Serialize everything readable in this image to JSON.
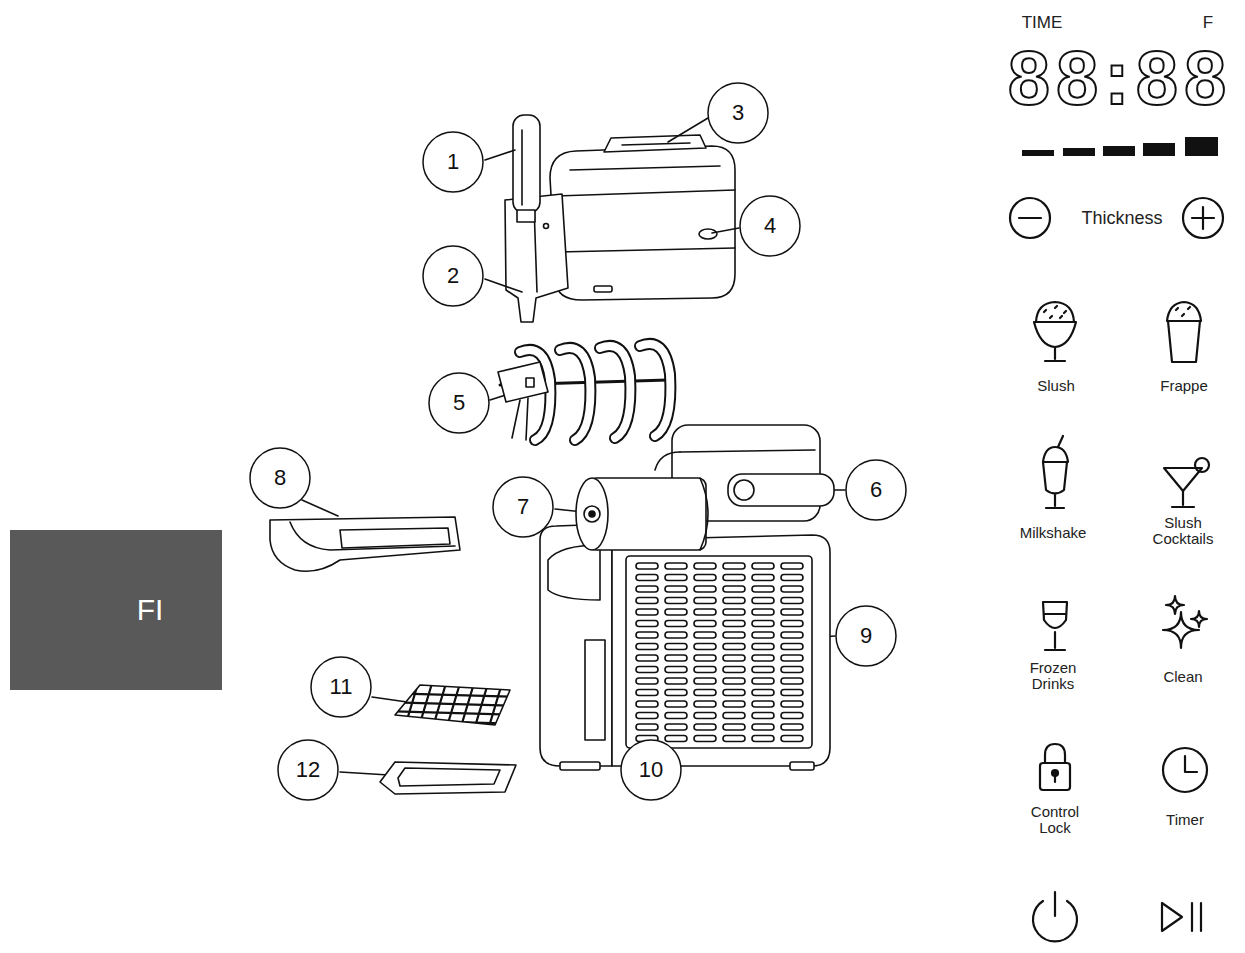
{
  "diagram": {
    "nodes": [
      {
        "text": [
          "3"
        ]
      },
      {
        "text": [
          "1"
        ]
      },
      {
        "text": [
          "4"
        ]
      },
      {
        "text": [
          "2"
        ]
      },
      {
        "text": [
          "5"
        ]
      },
      {
        "text": [
          "8"
        ]
      },
      {
        "text": [
          "6"
        ]
      },
      {
        "text": [
          "7"
        ]
      },
      {
        "text": [
          "FI"
        ]
      },
      {
        "text": [
          "9"
        ]
      },
      {
        "text": [
          "11"
        ]
      },
      {
        "text": [
          "10"
        ]
      },
      {
        "text": [
          "12"
        ]
      }
    ],
    "labels": [
      "TIME",
      "F",
      "88:88",
      "Thickness",
      "Slush",
      "Frappe",
      "Milkshake",
      "Slush Cocktails",
      "Frozen Drinks",
      "Clean",
      "Control Lock",
      "Timer"
    ]
  }
}
